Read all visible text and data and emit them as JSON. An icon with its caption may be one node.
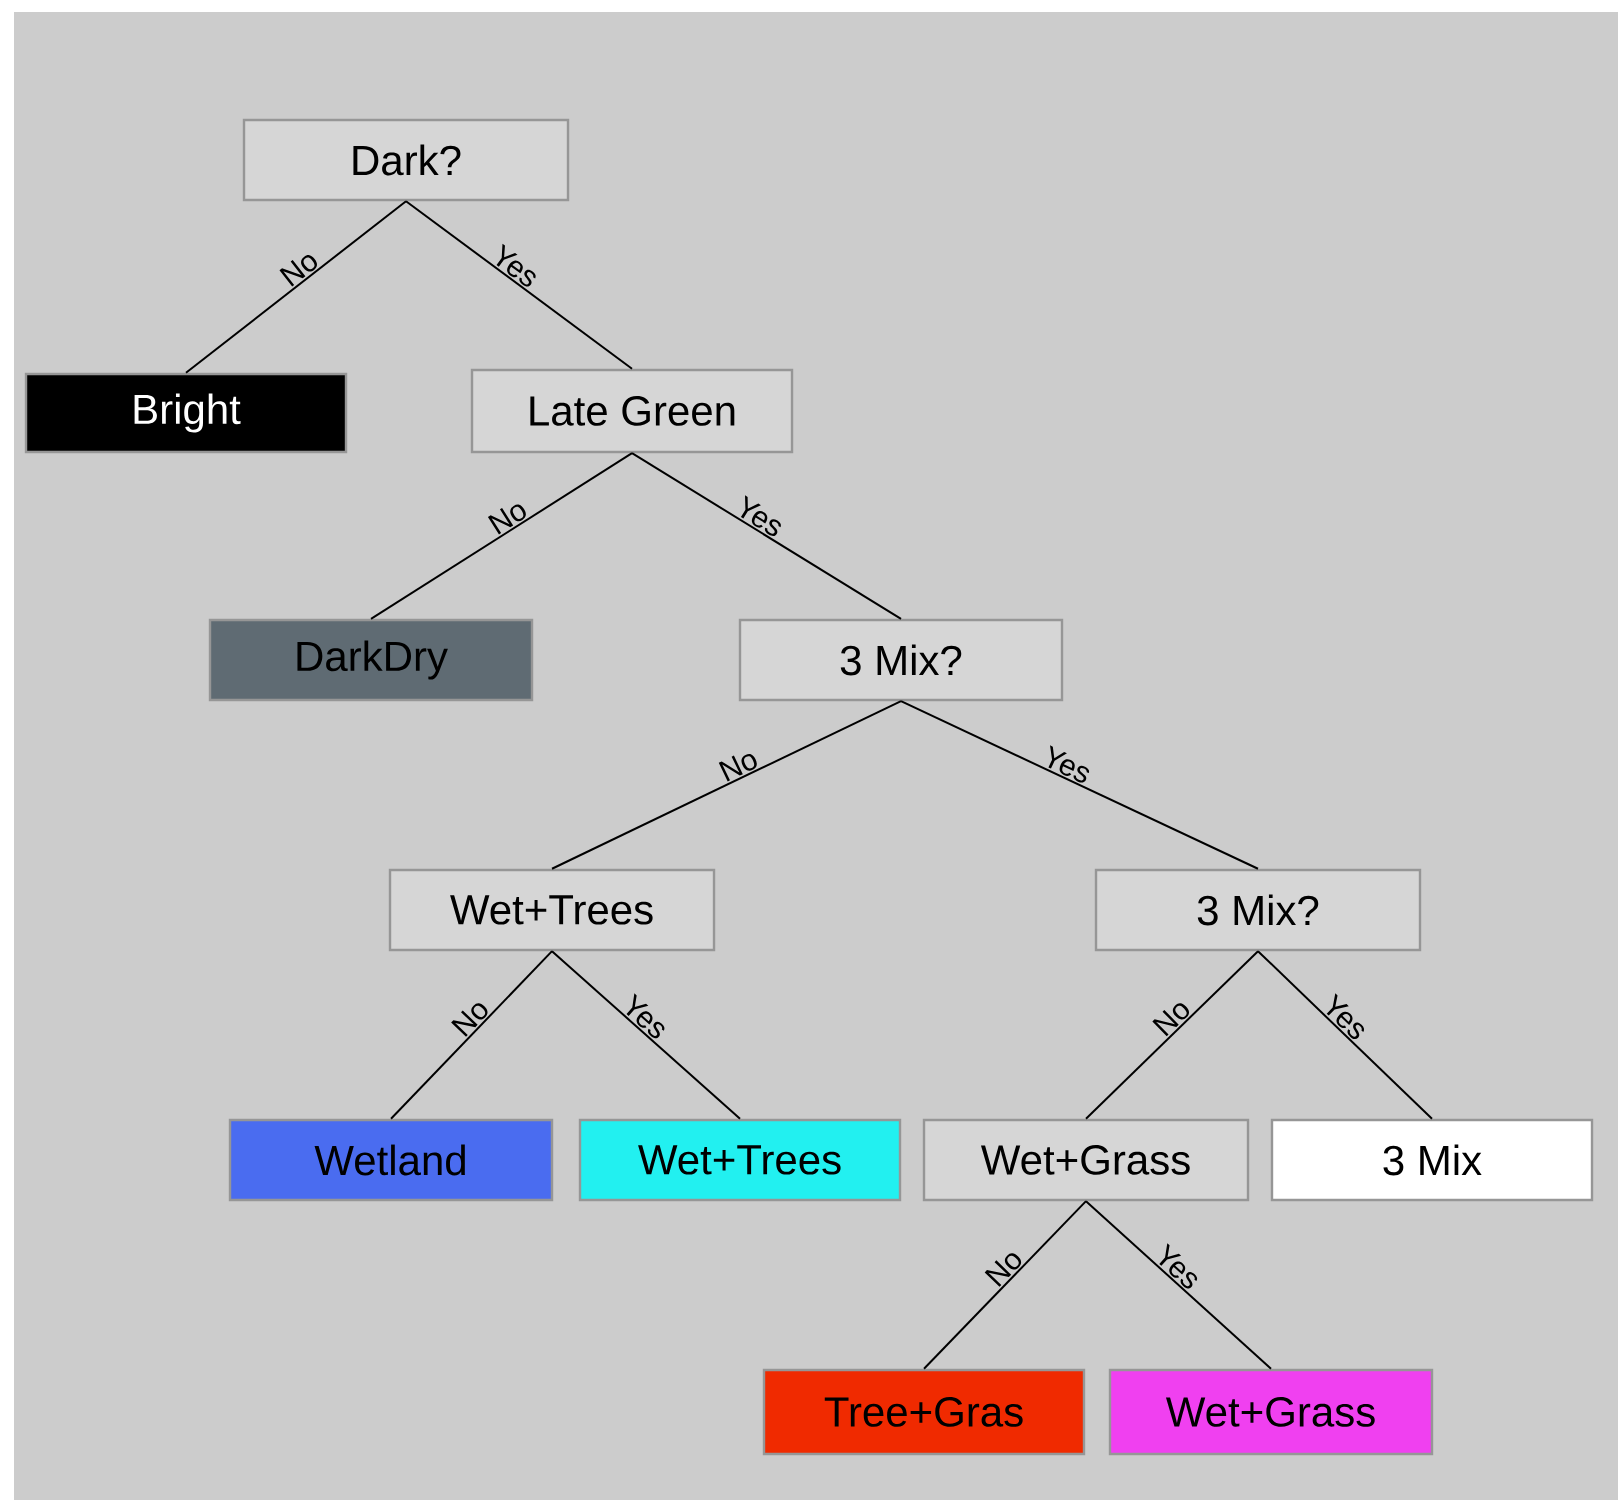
{
  "diagram": {
    "nodes": [
      {
        "text": [
          "Dark?"
        ]
      },
      {
        "text": [
          "Bright"
        ]
      },
      {
        "text": [
          "Late Green"
        ]
      },
      {
        "text": [
          "DarkDry"
        ]
      },
      {
        "text": [
          "3 Mix?"
        ]
      },
      {
        "text": [
          "Wet+Trees"
        ]
      },
      {
        "text": [
          "3 Mix?"
        ]
      },
      {
        "text": [
          "Wetland"
        ]
      },
      {
        "text": [
          "Wet+Trees"
        ]
      },
      {
        "text": [
          "Wet+Grass"
        ]
      },
      {
        "text": [
          "3 Mix"
        ]
      },
      {
        "text": [
          "Tree+Gras"
        ]
      },
      {
        "text": [
          "Wet+Grass"
        ]
      }
    ],
    "edges": [
      {
        "from": 0,
        "to": 1,
        "arrow": "none",
        "label": "No"
      },
      {
        "from": 0,
        "to": 2,
        "arrow": "none",
        "label": "Yes"
      },
      {
        "from": 2,
        "to": 3,
        "arrow": "none",
        "label": "No"
      },
      {
        "from": 2,
        "to": 4,
        "arrow": "none",
        "label": "Yes"
      },
      {
        "from": 4,
        "to": 5,
        "arrow": "none",
        "label": "No"
      },
      {
        "from": 4,
        "to": 6,
        "arrow": "none",
        "label": "Yes"
      },
      {
        "from": 5,
        "to": 7,
        "arrow": "none",
        "label": "No"
      },
      {
        "from": 5,
        "to": 8,
        "arrow": "none",
        "label": "Yes"
      },
      {
        "from": 6,
        "to": 9,
        "arrow": "none",
        "label": "No"
      },
      {
        "from": 6,
        "to": 10,
        "arrow": "none",
        "label": "Yes"
      },
      {
        "from": 9,
        "to": 11,
        "arrow": "none",
        "label": "No"
      },
      {
        "from": 9,
        "to": 12,
        "arrow": "none",
        "label": "Yes"
      }
    ]
  }
}
